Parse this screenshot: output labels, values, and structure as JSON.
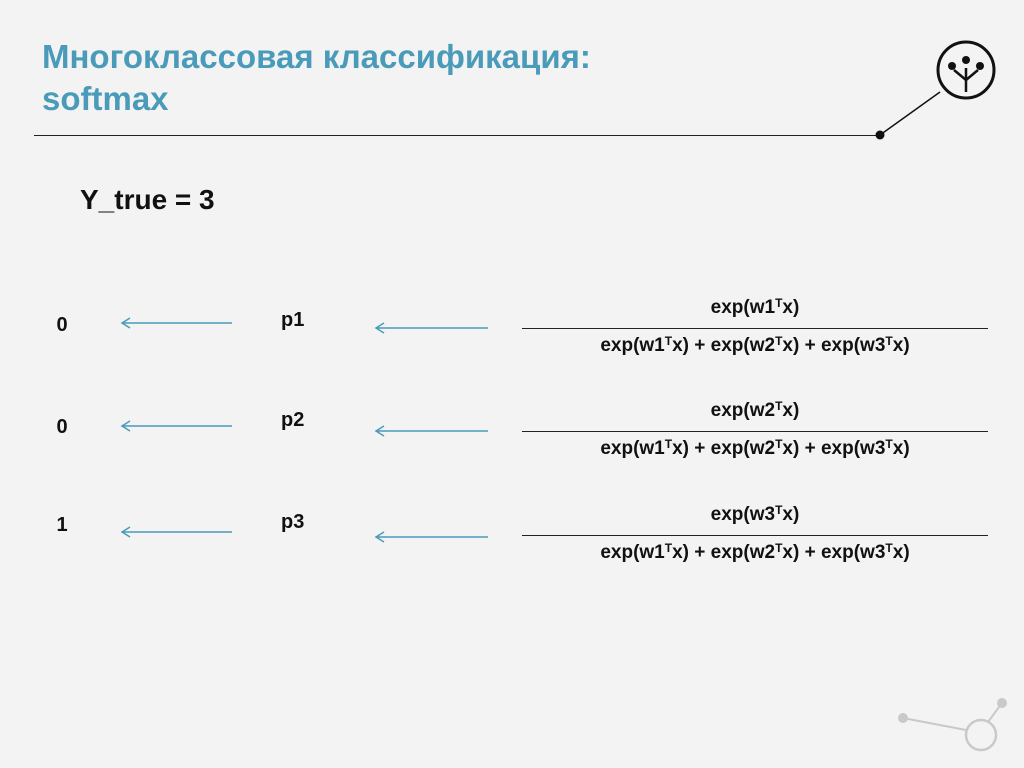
{
  "slide": {
    "title_line1": "Многоклассовая классификация:",
    "title_line2": "softmax",
    "accent_color": "#4a9bba",
    "logo_icon": "tree-branch-icon"
  },
  "y_true": "Y_true = 3",
  "rows": [
    {
      "target": "0",
      "prob": "p1",
      "numerator": {
        "pre": "exp(w1",
        "sup": "T",
        "post": "x)"
      },
      "denominator": [
        {
          "pre": "exp(w1",
          "sup": "T",
          "post": "x) + "
        },
        {
          "pre": "exp(w2",
          "sup": "T",
          "post": "x) + "
        },
        {
          "pre": "exp(w3",
          "sup": "T",
          "post": "x)"
        }
      ]
    },
    {
      "target": "0",
      "prob": "p2",
      "numerator": {
        "pre": "exp(w2",
        "sup": "T",
        "post": "x)"
      },
      "denominator": [
        {
          "pre": "exp(w1",
          "sup": "T",
          "post": "x) + "
        },
        {
          "pre": "exp(w2",
          "sup": "T",
          "post": "x) + "
        },
        {
          "pre": "exp(w3",
          "sup": "T",
          "post": "x)"
        }
      ]
    },
    {
      "target": "1",
      "prob": "p3",
      "numerator": {
        "pre": "exp(w3",
        "sup": "T",
        "post": "x)"
      },
      "denominator": [
        {
          "pre": "exp(w1",
          "sup": "T",
          "post": "x) + "
        },
        {
          "pre": "exp(w2",
          "sup": "T",
          "post": "x) + "
        },
        {
          "pre": "exp(w3",
          "sup": "T",
          "post": "x)"
        }
      ]
    }
  ]
}
